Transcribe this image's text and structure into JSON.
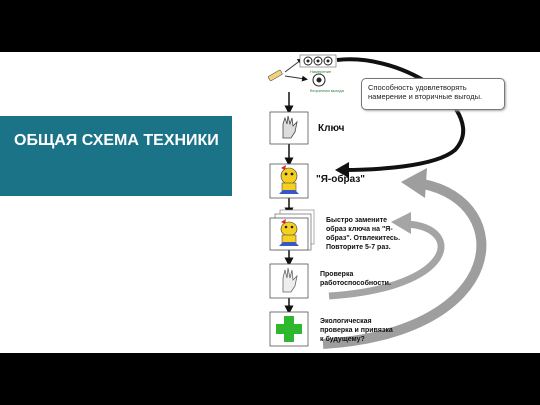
{
  "slide": {
    "title": "ОБЩАЯ СХЕМА ТЕХНИКИ"
  },
  "diagram": {
    "callout": "Способность удовлетворять намерение и вторичные выгоды.",
    "steps": [
      {
        "label": "Ключ",
        "icon": "hand-icon"
      },
      {
        "label": "\"Я-образ\"",
        "icon": "cartoon-figure-icon"
      },
      {
        "label": "Быстро замените образ ключа на \"Я-образ\". Отвлекитесь. Повторите 5-7 раз.",
        "icon": "cartoon-figure-stack-icon"
      },
      {
        "label": "Проверка работоспособности.",
        "icon": "hand-icon"
      },
      {
        "label": "Экологическая проверка и привязка к будущему?",
        "icon": "green-cross-icon"
      }
    ],
    "top_mini_labels": [
      "Намерение",
      "Вторичная выгода"
    ],
    "colors": {
      "accent": "#1b7388",
      "cross": "#2eb82e",
      "arrow": "#111111",
      "curved_arrow": "#a0a0a0"
    }
  }
}
